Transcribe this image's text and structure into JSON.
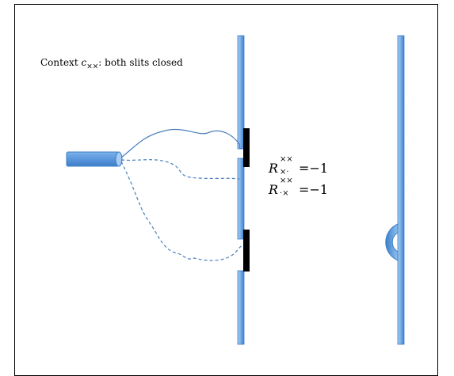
{
  "context_label": {
    "prefix": "Context ",
    "symbol": "c",
    "subscript": "××",
    "suffix": ": both slits closed"
  },
  "relations": [
    {
      "symbol": "R",
      "superscript": "××",
      "subscript": "×·",
      "equals": "=",
      "value": "−1"
    },
    {
      "symbol": "R",
      "superscript": "××",
      "subscript": "·×",
      "equals": "=",
      "value": "−1"
    }
  ],
  "colors": {
    "screen_light": "#a9cdf2",
    "screen_dark": "#3d7fc8",
    "blocker": "#000000",
    "path_line": "#4a7fbf"
  }
}
